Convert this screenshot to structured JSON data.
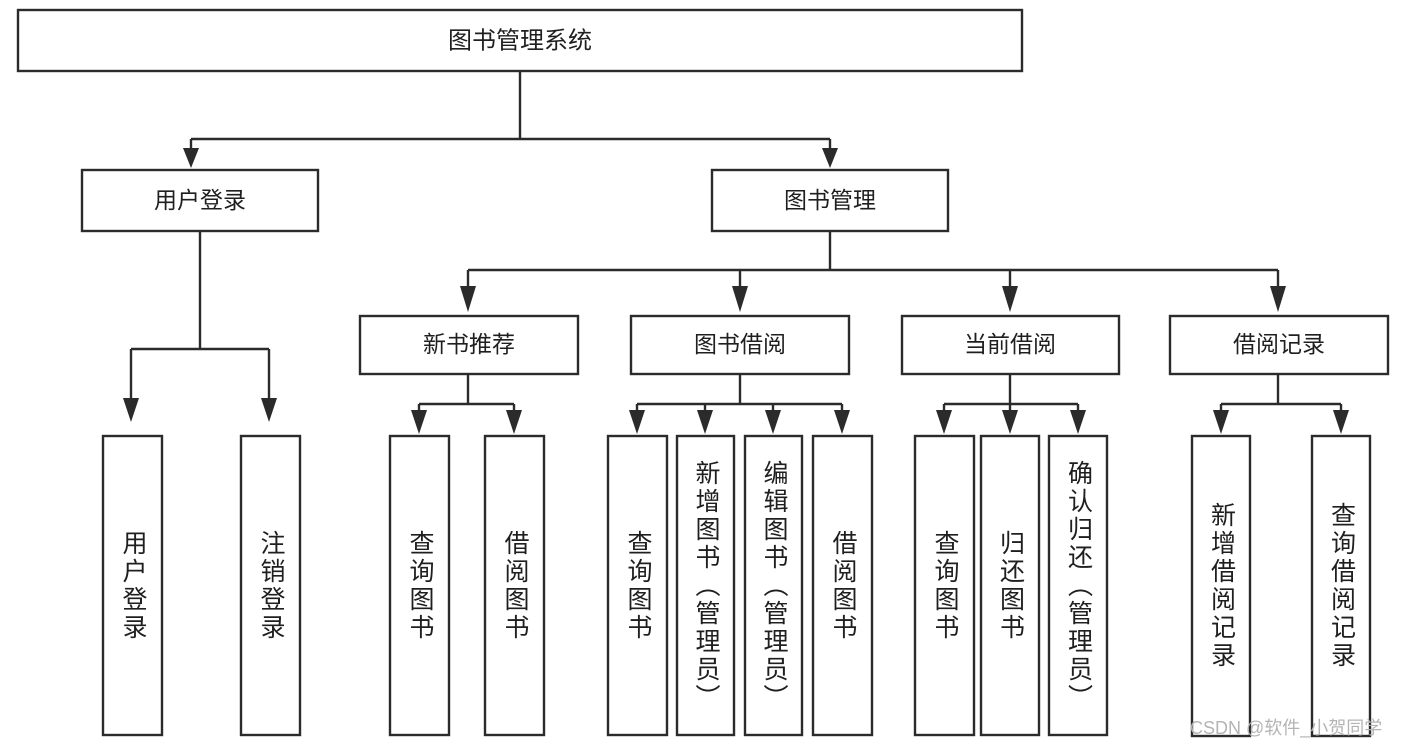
{
  "diagram": {
    "type": "tree-hierarchy",
    "root": {
      "id": "root",
      "label": "图书管理系统"
    },
    "level1": [
      {
        "id": "user-login",
        "label": "用户登录"
      },
      {
        "id": "book-management",
        "label": "图书管理"
      }
    ],
    "level2": [
      {
        "id": "new-book-recommend",
        "label": "新书推荐",
        "parent": "book-management"
      },
      {
        "id": "book-borrow",
        "label": "图书借阅",
        "parent": "book-management"
      },
      {
        "id": "current-borrow",
        "label": "当前借阅",
        "parent": "book-management"
      },
      {
        "id": "borrow-record",
        "label": "借阅记录",
        "parent": "book-management"
      }
    ],
    "leaves": [
      {
        "id": "leaf-user-login",
        "label": "用户登录",
        "parent": "user-login"
      },
      {
        "id": "leaf-logout-login",
        "label": "注销登录",
        "parent": "user-login"
      },
      {
        "id": "leaf-query-book-1",
        "label": "查询图书",
        "parent": "new-book-recommend"
      },
      {
        "id": "leaf-borrow-book-1",
        "label": "借阅图书",
        "parent": "new-book-recommend"
      },
      {
        "id": "leaf-query-book-2",
        "label": "查询图书",
        "parent": "book-borrow"
      },
      {
        "id": "leaf-add-book",
        "label": "新增图书（管理员）",
        "parent": "book-borrow"
      },
      {
        "id": "leaf-edit-book",
        "label": "编辑图书（管理员）",
        "parent": "book-borrow"
      },
      {
        "id": "leaf-borrow-book-2",
        "label": "借阅图书",
        "parent": "book-borrow"
      },
      {
        "id": "leaf-query-book-3",
        "label": "查询图书",
        "parent": "current-borrow"
      },
      {
        "id": "leaf-return-book",
        "label": "归还图书",
        "parent": "current-borrow"
      },
      {
        "id": "leaf-confirm-return",
        "label": "确认归还（管理员）",
        "parent": "current-borrow"
      },
      {
        "id": "leaf-add-record",
        "label": "新增借阅记录",
        "parent": "borrow-record"
      },
      {
        "id": "leaf-query-record",
        "label": "查询借阅记录",
        "parent": "borrow-record"
      }
    ],
    "watermark": "CSDN @软件_小贺同学",
    "colors": {
      "background": "#ffffff",
      "stroke": "#2b2b2b",
      "box_fill": "#ffffff",
      "text": "#1f1f1f",
      "watermark": "#b4b4b4"
    }
  }
}
